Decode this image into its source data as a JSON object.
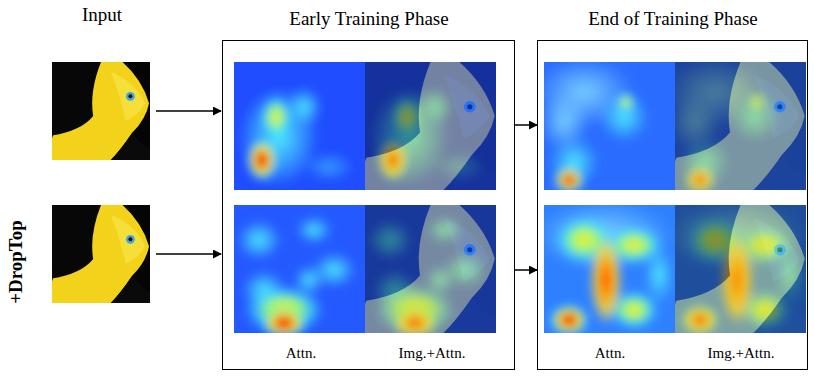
{
  "diagram": {
    "nodes": [
      {
        "text": [
          "Early Training Phase",
          "Attn.",
          "Img.+Attn."
        ]
      },
      {
        "text": [
          "End of Training Phase",
          "Attn.",
          "Img.+Attn."
        ]
      }
    ],
    "edges": [
      {
        "from": 0,
        "to": 1,
        "arrow": "to"
      },
      {
        "from": 0,
        "to": 1,
        "arrow": "to"
      }
    ],
    "labels": [
      "Input",
      "+DropTop"
    ]
  }
}
